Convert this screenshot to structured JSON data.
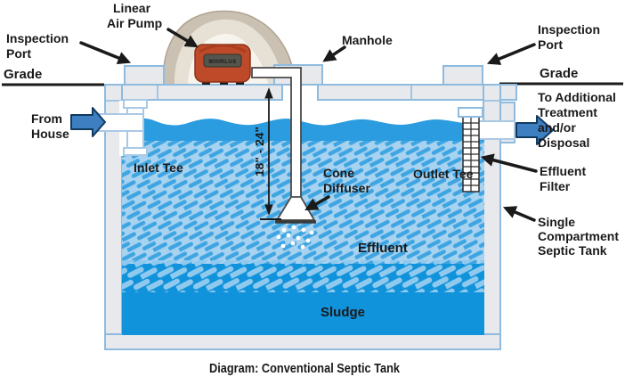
{
  "caption": "Diagram: Conventional Septic Tank",
  "labels": {
    "linear_air_pump": [
      "Linear",
      "Air Pump"
    ],
    "inspection_port_left": [
      "Inspection",
      "Port"
    ],
    "grade_left": "Grade",
    "manhole": "Manhole",
    "inspection_port_right": [
      "Inspection",
      "Port"
    ],
    "grade_right": "Grade",
    "from_house": [
      "From",
      "House"
    ],
    "inlet_tee": "Inlet Tee",
    "dimension": "18\" - 24\"",
    "cone_diffuser": [
      "Cone",
      "Diffuser"
    ],
    "outlet_tee": "Outlet Tee",
    "to_additional": [
      "To Additional",
      "Treatment",
      "and/or",
      "Disposal"
    ],
    "effluent_filter": [
      "Effluent",
      "Filter"
    ],
    "single_compartment": [
      "Single",
      "Compartment",
      "Septic Tank"
    ],
    "effluent": "Effluent",
    "sludge": "Sludge",
    "pump_brand": "WHIRLUS"
  },
  "colors": {
    "water_surface": "#2B9CDF",
    "water_body": "#A8D3F0",
    "water_hatch": "#3FA5E2",
    "sludge": "#1193DC",
    "sludge_hatch": "#8FC9EE",
    "tank_fill": "#E7E9EC",
    "tank_outline": "#8FBBDE",
    "flow_arrow": "#3E7FC2",
    "flow_arrow_outline": "#123A5E",
    "pump_body": "#BF4A29",
    "rock": "#CBC1B3",
    "ink": "#1a1a1a"
  }
}
